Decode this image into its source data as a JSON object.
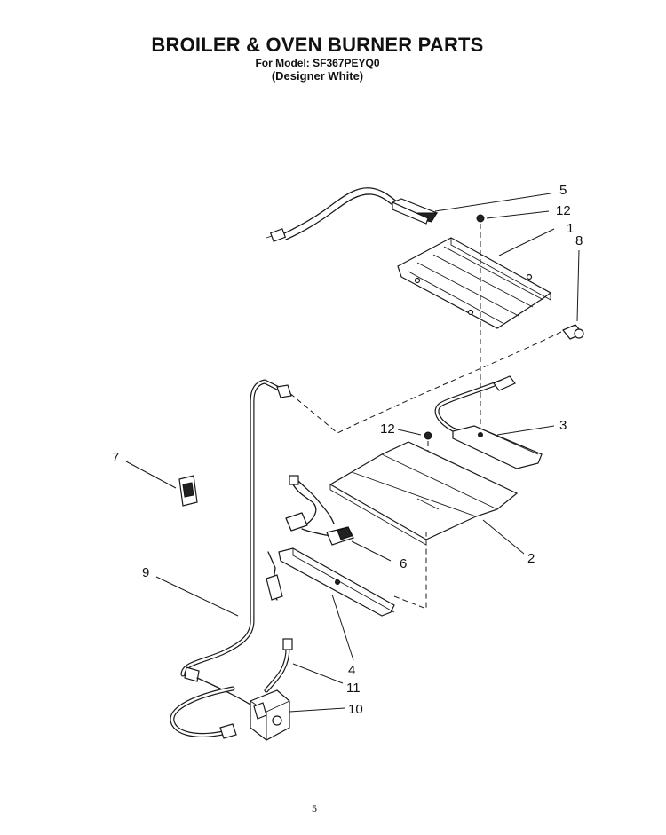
{
  "header": {
    "title": "BROILER & OVEN BURNER PARTS",
    "model_line": "For Model: SF367PEYQ0",
    "finish_line": "(Designer White)"
  },
  "callouts": [
    {
      "id": "5",
      "label": "5",
      "part": "broil-igniter"
    },
    {
      "id": "12a",
      "label": "12",
      "part": "screw-upper"
    },
    {
      "id": "1",
      "label": "1",
      "part": "broil-burner-baffle"
    },
    {
      "id": "8",
      "label": "8",
      "part": "broil-burner-orifice"
    },
    {
      "id": "3",
      "label": "3",
      "part": "broil-burner"
    },
    {
      "id": "12b",
      "label": "12",
      "part": "screw-lower"
    },
    {
      "id": "7",
      "label": "7",
      "part": "terminal-block"
    },
    {
      "id": "2",
      "label": "2",
      "part": "oven-burner-baffle"
    },
    {
      "id": "6",
      "label": "6",
      "part": "bake-igniter"
    },
    {
      "id": "9",
      "label": "9",
      "part": "gas-tube"
    },
    {
      "id": "4",
      "label": "4",
      "part": "oven-burner"
    },
    {
      "id": "11",
      "label": "11",
      "part": "fitting"
    },
    {
      "id": "10",
      "label": "10",
      "part": "gas-valve"
    }
  ],
  "footer": {
    "page_number": "5"
  }
}
